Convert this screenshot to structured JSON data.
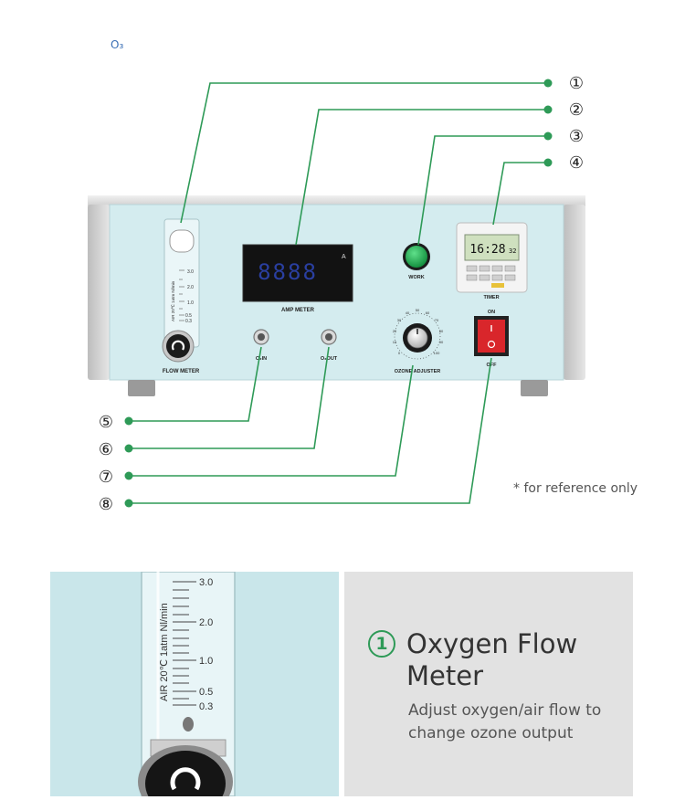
{
  "header": {
    "tag": "O₃"
  },
  "device": {
    "flow_meter": {
      "label": "FLOW METER",
      "scale_text": "AIR 20℃ 1atm Nl/min",
      "ticks": [
        "3.0",
        "2.0",
        "1.0",
        "0.5",
        "0.3"
      ]
    },
    "amp_meter": {
      "label": "AMP METER",
      "display": "8888",
      "unit": "A"
    },
    "work": {
      "label": "WORK"
    },
    "timer": {
      "label": "TIMER",
      "display": "16:28",
      "seconds": "32"
    },
    "o2_in": {
      "label": "O₂IN"
    },
    "o2_out": {
      "label": "O₂OUT"
    },
    "ozone_adjuster": {
      "label": "OZONE ADJUSTER",
      "dial_marks": [
        "0",
        "10",
        "20",
        "30",
        "40",
        "50",
        "60",
        "70",
        "80",
        "90",
        "100"
      ]
    },
    "power_switch": {
      "on_label": "ON",
      "off_label": "OFF"
    }
  },
  "callouts": {
    "c1": "①",
    "c2": "②",
    "c3": "③",
    "c4": "④",
    "c5": "⑤",
    "c6": "⑥",
    "c7": "⑦",
    "c8": "⑧"
  },
  "note": "* for reference only",
  "detail": {
    "scale_text": "AIR 20℃ 1atm Nl/min",
    "ticks": [
      "3.0",
      "2.0",
      "1.0",
      "0.5",
      "0.3"
    ]
  },
  "feature": {
    "number": "1",
    "title": "Oxygen Flow Meter",
    "description": "Adjust oxygen/air flow to change ozone output"
  },
  "colors": {
    "accent_green": "#2e9a57",
    "panel_blue": "#d4ecef",
    "chassis_gray": "#dcdcdc",
    "led_blue": "#2a3fa0",
    "switch_red": "#d9262b"
  }
}
